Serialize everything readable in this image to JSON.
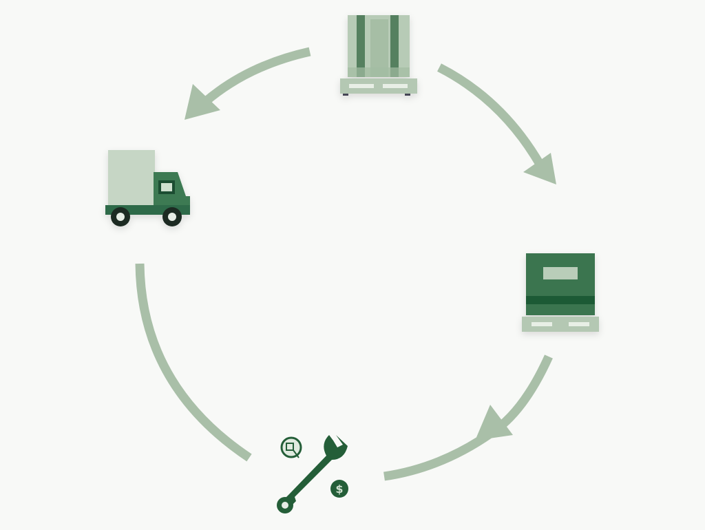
{
  "diagram": {
    "type": "cycle",
    "nodes": [
      {
        "id": "pallet-stock",
        "icon": "stacked-pallet-icon"
      },
      {
        "id": "packaged-pallet",
        "icon": "boxed-pallet-icon"
      },
      {
        "id": "maintenance",
        "icon": "wrench-icon",
        "badge_symbol": "$"
      },
      {
        "id": "transport",
        "icon": "delivery-truck-icon"
      }
    ],
    "colors": {
      "arrow": "#a9bfa8",
      "dark_green": "#2e6b48",
      "mid_green": "#4f7a5c",
      "light_green": "#b9cdb9",
      "pale_green": "#d3e0d3"
    }
  }
}
